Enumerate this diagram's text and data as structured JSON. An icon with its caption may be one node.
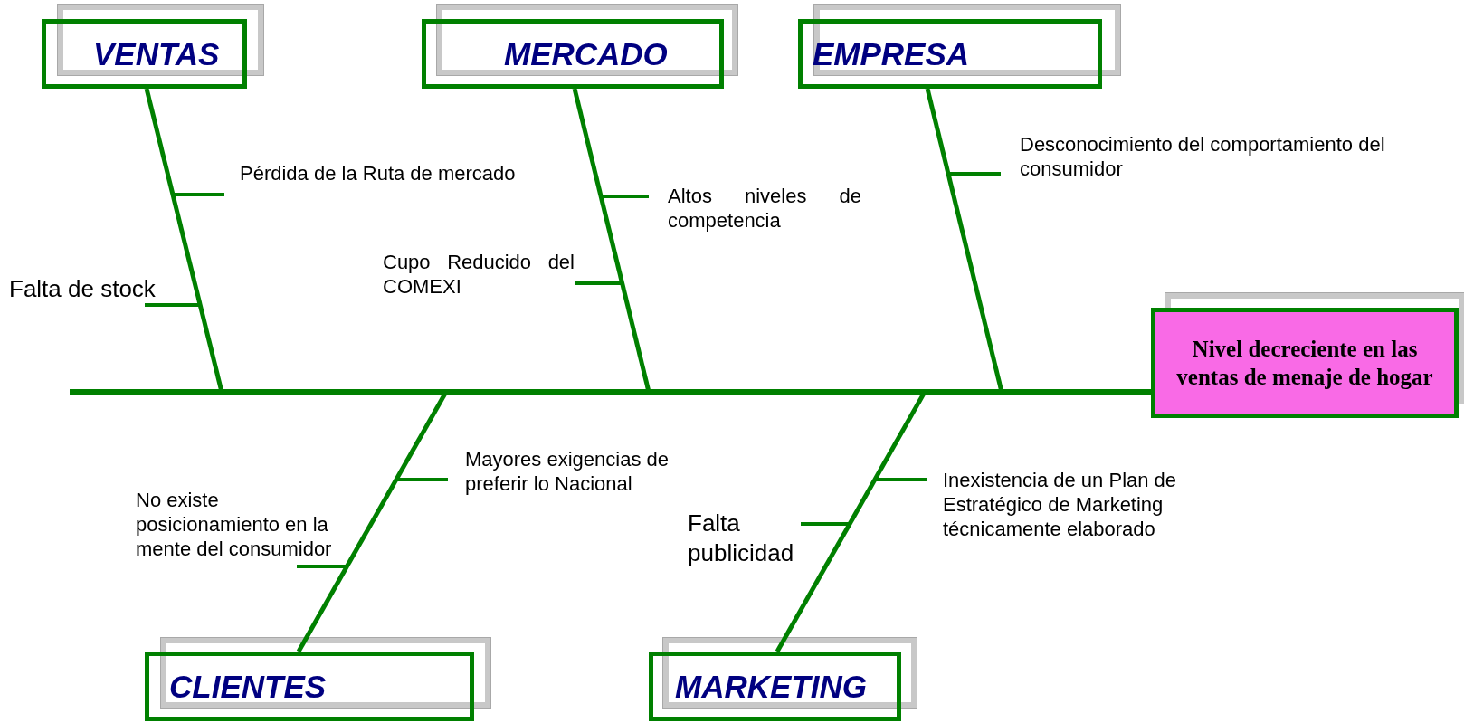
{
  "diagram": {
    "nodes": [
      {
        "text": [
          "VENTAS"
        ]
      },
      {
        "text": [
          "MERCADO"
        ]
      },
      {
        "text": [
          "EMPRESA"
        ]
      },
      {
        "text": [
          "Desconocimiento del comportamiento del consumidor"
        ]
      },
      {
        "text": [
          "Pérdida de la Ruta de mercado"
        ]
      },
      {
        "text": [
          "Altos niveles de competencia"
        ]
      },
      {
        "text": [
          "Falta de stock"
        ]
      },
      {
        "text": [
          "Cupo Reducido del COMEXI"
        ]
      },
      {
        "text": [
          "Nivel decreciente en las ventas de menaje de hogar"
        ]
      },
      {
        "text": [
          "Mayores exigencias de preferir lo Nacional"
        ]
      },
      {
        "text": [
          "Inexistencia de un Plan de Estratégico de Marketing técnicamente elaborado"
        ]
      },
      {
        "text": [
          "No existe posicionamiento en la mente del consumidor"
        ]
      },
      {
        "text": [
          "Falta publicidad"
        ]
      },
      {
        "text": [
          "CLIENTES"
        ]
      },
      {
        "text": [
          "MARKETING"
        ]
      }
    ],
    "edges": [
      {
        "from": null,
        "to": 8,
        "arrow": "none"
      },
      {
        "from": 0,
        "to": null,
        "arrow": "none"
      },
      {
        "from": 1,
        "to": null,
        "arrow": "none"
      },
      {
        "from": 2,
        "to": null,
        "arrow": "none"
      },
      {
        "from": 13,
        "to": null,
        "arrow": "none"
      },
      {
        "from": 14,
        "to": null,
        "arrow": "none"
      },
      {
        "from": 3,
        "to": null,
        "arrow": "none"
      },
      {
        "from": 4,
        "to": null,
        "arrow": "none"
      },
      {
        "from": 5,
        "to": null,
        "arrow": "none"
      },
      {
        "from": 6,
        "to": null,
        "arrow": "none"
      },
      {
        "from": 7,
        "to": null,
        "arrow": "none"
      },
      {
        "from": 9,
        "to": null,
        "arrow": "none"
      },
      {
        "from": 10,
        "to": null,
        "arrow": "none"
      },
      {
        "from": 11,
        "to": null,
        "arrow": "none"
      },
      {
        "from": 12,
        "to": null,
        "arrow": "none"
      }
    ]
  }
}
